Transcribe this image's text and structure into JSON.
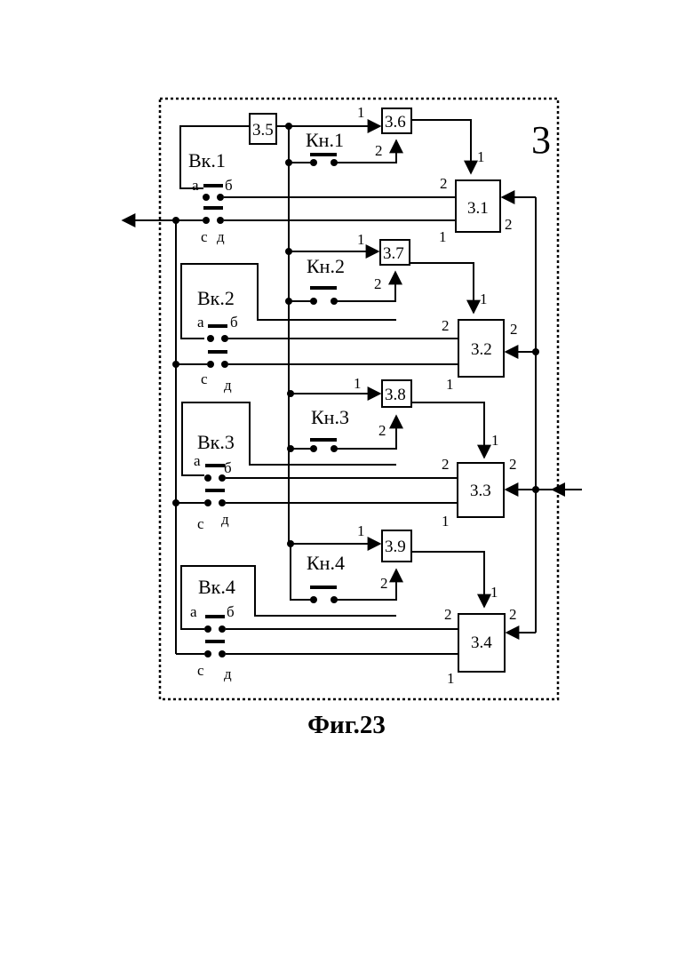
{
  "figure": {
    "caption": "Фиг.23",
    "frame_label": "3",
    "colors": {
      "ink": "#000000",
      "paper": "#ffffff"
    }
  },
  "blocks": {
    "b31": "3.1",
    "b32": "3.2",
    "b33": "3.3",
    "b34": "3.4",
    "b35": "3.5",
    "b36": "3.6",
    "b37": "3.7",
    "b38": "3.8",
    "b39": "3.9"
  },
  "buttons": [
    "Кн.1",
    "Кн.2",
    "Кн.3",
    "Кн.4"
  ],
  "switches": [
    "Вк.1",
    "Вк.2",
    "Вк.3",
    "Вк.4"
  ],
  "switch_pins": {
    "a": "а",
    "b": "б",
    "c": "с",
    "d": "д"
  },
  "pins": {
    "one": "1",
    "two": "2"
  }
}
